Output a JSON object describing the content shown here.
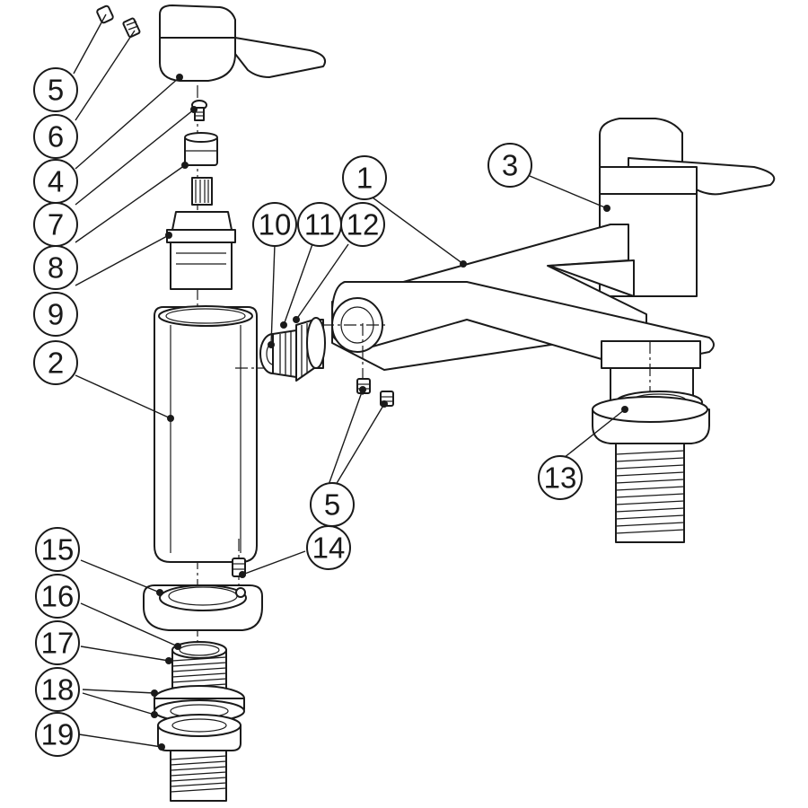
{
  "callouts": {
    "c1": "1",
    "c2": "2",
    "c3": "3",
    "c4": "4",
    "c5a": "5",
    "c5b": "5",
    "c6": "6",
    "c7": "7",
    "c8": "8",
    "c9": "9",
    "c10": "10",
    "c11": "11",
    "c12": "12",
    "c13": "13",
    "c14": "14",
    "c15": "15",
    "c16": "16",
    "c17": "17",
    "c18": "18",
    "c19": "19"
  },
  "colors": {
    "line": "#1a1a1a",
    "background": "#ffffff"
  }
}
